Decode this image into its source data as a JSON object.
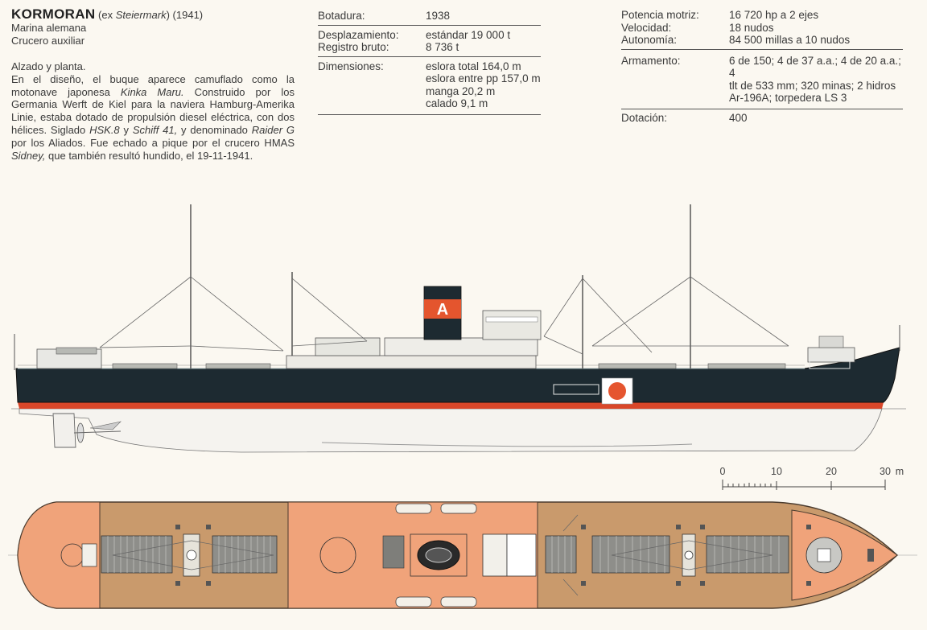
{
  "ship": {
    "name": "KORMORAN",
    "ex_name_prefix": "(ex",
    "ex_name": "Steiermark",
    "ex_name_suffix": ")",
    "year": "(1941)",
    "navy": "Marina alemana",
    "type": "Crucero auxiliar"
  },
  "description": {
    "view_label": "Alzado y planta.",
    "p1": "En el diseño, el buque aparece camuflado como la motonave japonesa ",
    "kinka_maru": "Kinka Maru.",
    "p2": " Construido por los Germania Werft de Kiel para la naviera Hamburg-Amerika Linie, estaba dotado de propulsión diesel eléctrica, con dos hélices. Siglado ",
    "hsk8": "HSK.8",
    "p3": " y ",
    "schiff41": "Schiff 41,",
    "p4": " y denominado ",
    "raider_g": "Raider G",
    "p5": " por los Aliados. Fue echado a pique por el crucero HMAS ",
    "sidney": "Sidney,",
    "p6": " que también resultó hundido, el 19-11-1941."
  },
  "specs_left": {
    "botadura_label": "Botadura:",
    "botadura_value": "1938",
    "desplazamiento_label": "Desplazamiento:",
    "desplazamiento_value": "estándar 19 000 t",
    "registro_label": "Registro bruto:",
    "registro_value": "8 736 t",
    "dimensiones_label": "Dimensiones:",
    "dim_1": "eslora total 164,0 m",
    "dim_2": "eslora entre pp 157,0 m",
    "dim_3": "manga 20,2 m",
    "dim_4": "calado 9,1 m"
  },
  "specs_right": {
    "potencia_label": "Potencia motriz:",
    "potencia_value": "16 720 hp a 2 ejes",
    "velocidad_label": "Velocidad:",
    "velocidad_value": "18 nudos",
    "autonomia_label": "Autonomía:",
    "autonomia_value": "84 500 millas a 10 nudos",
    "armamento_label": "Armamento:",
    "armamento_1": "6 de 150; 4 de 37 a.a.; 4 de 20 a.a.; 4",
    "armamento_2": "tlt de 533 mm; 320 minas; 2 hidros",
    "armamento_3": "Ar-196A; torpedera LS 3",
    "dotacion_label": "Dotación:",
    "dotacion_value": "400"
  },
  "scale": {
    "label_0": "0",
    "label_10": "10",
    "label_20": "20",
    "label_30": "30",
    "unit": "m"
  },
  "funnel_mark": "A",
  "colors": {
    "hull_dark": "#1d2a31",
    "boot_top": "#d9472a",
    "hull_under": "#f4f2ee",
    "deck_tan": "#c99a6c",
    "deck_orange": "#f0a37a",
    "funnel_band": "#e4552e",
    "rising_sun": "#e5552f"
  }
}
